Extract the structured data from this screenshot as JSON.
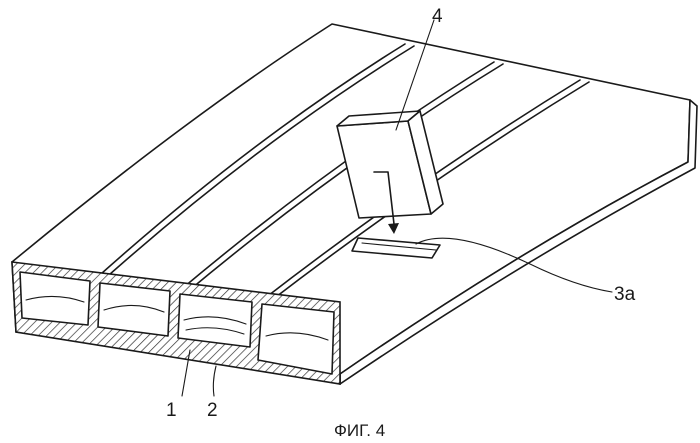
{
  "figure": {
    "caption": "ФИГ. 4",
    "labels": {
      "part_1": "1",
      "part_2": "2",
      "part_3a": "3a",
      "part_4": "4"
    }
  }
}
